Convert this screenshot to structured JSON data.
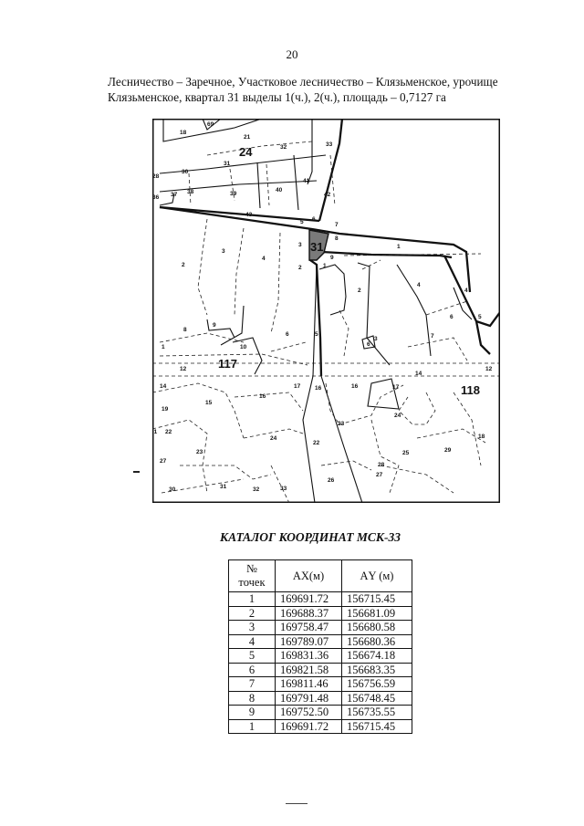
{
  "page_number": "20",
  "header": {
    "line1": "Лесничество – Заречное, Участковое лесничество – Клязьменское, урочище",
    "line2": "Клязьменское, квартал 31 выделы 1(ч.), 2(ч.), площадь – 0,7127 га"
  },
  "map": {
    "quarter_labels": [
      "24",
      "31",
      "117",
      "118"
    ],
    "highlight_color": "#7a7a7a",
    "stroke_color": "#111111",
    "labels": [
      {
        "t": "69"
      },
      {
        "t": "18"
      },
      {
        "t": "21"
      },
      {
        "t": "32"
      },
      {
        "t": "33"
      },
      {
        "t": "28"
      },
      {
        "t": "30"
      },
      {
        "t": "31"
      },
      {
        "t": "36"
      },
      {
        "t": "37"
      },
      {
        "t": "38"
      },
      {
        "t": "39"
      },
      {
        "t": "40"
      },
      {
        "t": "41"
      },
      {
        "t": "42"
      },
      {
        "t": "43"
      },
      {
        "t": "5"
      },
      {
        "t": "6"
      },
      {
        "t": "7"
      },
      {
        "t": "8"
      },
      {
        "t": "9"
      },
      {
        "t": "1"
      },
      {
        "t": "2"
      },
      {
        "t": "1"
      },
      {
        "t": "3"
      },
      {
        "t": "3"
      },
      {
        "t": "4"
      },
      {
        "t": "2"
      },
      {
        "t": "8"
      },
      {
        "t": "9"
      },
      {
        "t": "10"
      },
      {
        "t": "6"
      },
      {
        "t": "1"
      },
      {
        "t": "12"
      },
      {
        "t": "2"
      },
      {
        "t": "4"
      },
      {
        "t": "4"
      },
      {
        "t": "6"
      },
      {
        "t": "5"
      },
      {
        "t": "5"
      },
      {
        "t": "6"
      },
      {
        "t": "3"
      },
      {
        "t": "7"
      },
      {
        "t": "14"
      },
      {
        "t": "12"
      },
      {
        "t": "14"
      },
      {
        "t": "15"
      },
      {
        "t": "16"
      },
      {
        "t": "17"
      },
      {
        "t": "16"
      },
      {
        "t": "16"
      },
      {
        "t": "17"
      },
      {
        "t": "19"
      },
      {
        "t": "21"
      },
      {
        "t": "22"
      },
      {
        "t": "23"
      },
      {
        "t": "24"
      },
      {
        "t": "22"
      },
      {
        "t": "23"
      },
      {
        "t": "24"
      },
      {
        "t": "18"
      },
      {
        "t": "27"
      },
      {
        "t": "25"
      },
      {
        "t": "29"
      },
      {
        "t": "28"
      },
      {
        "t": "26"
      },
      {
        "t": "27"
      },
      {
        "t": "30"
      },
      {
        "t": "31"
      },
      {
        "t": "32"
      },
      {
        "t": "33"
      }
    ]
  },
  "catalog": {
    "title": "КАТАЛОГ КООРДИНАТ МСК-33",
    "columns": [
      "№ точек",
      "АХ(м)",
      "АY (м)"
    ],
    "col_no_line1": "№",
    "col_no_line2": "точек",
    "rows": [
      [
        "1",
        "169691.72",
        "156715.45"
      ],
      [
        "2",
        "169688.37",
        "156681.09"
      ],
      [
        "3",
        "169758.47",
        "156680.58"
      ],
      [
        "4",
        "169789.07",
        "156680.36"
      ],
      [
        "5",
        "169831.36",
        "156674.18"
      ],
      [
        "6",
        "169821.58",
        "156683.35"
      ],
      [
        "7",
        "169811.46",
        "156756.59"
      ],
      [
        "8",
        "169791.48",
        "156748.45"
      ],
      [
        "9",
        "169752.50",
        "156735.55"
      ],
      [
        "1",
        "169691.72",
        "156715.45"
      ]
    ]
  }
}
